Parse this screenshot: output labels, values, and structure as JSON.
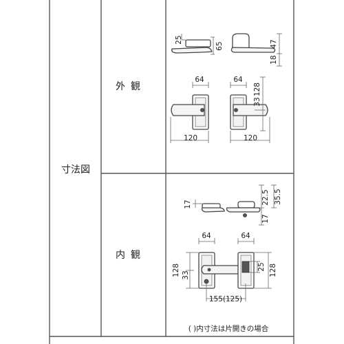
{
  "table": {
    "row_header": "寸法図",
    "exterior_label": "外観",
    "interior_label": "内観"
  },
  "exterior": {
    "side_left": {
      "thickness": "25",
      "height": "65"
    },
    "side_right": {
      "height_top": "47",
      "height_bottom": "18"
    },
    "front_left": {
      "plate_width": "64",
      "lever_length": "120"
    },
    "front_right": {
      "plate_width": "64",
      "plate_height": "128",
      "lever_offset": "33",
      "lever_length": "120"
    }
  },
  "interior": {
    "side_left": {
      "top": "17",
      "bottom": "17"
    },
    "side_right": {
      "dim_a": "22.5",
      "dim_b": "35.5"
    },
    "front_left": {
      "plate_width": "64",
      "plate_height": "128",
      "lever_offset": "33"
    },
    "front_right": {
      "plate_width": "64",
      "inner_height": "25",
      "plate_height": "128"
    },
    "span": "155(125)"
  },
  "note": "( )内寸法は片開きの場合"
}
